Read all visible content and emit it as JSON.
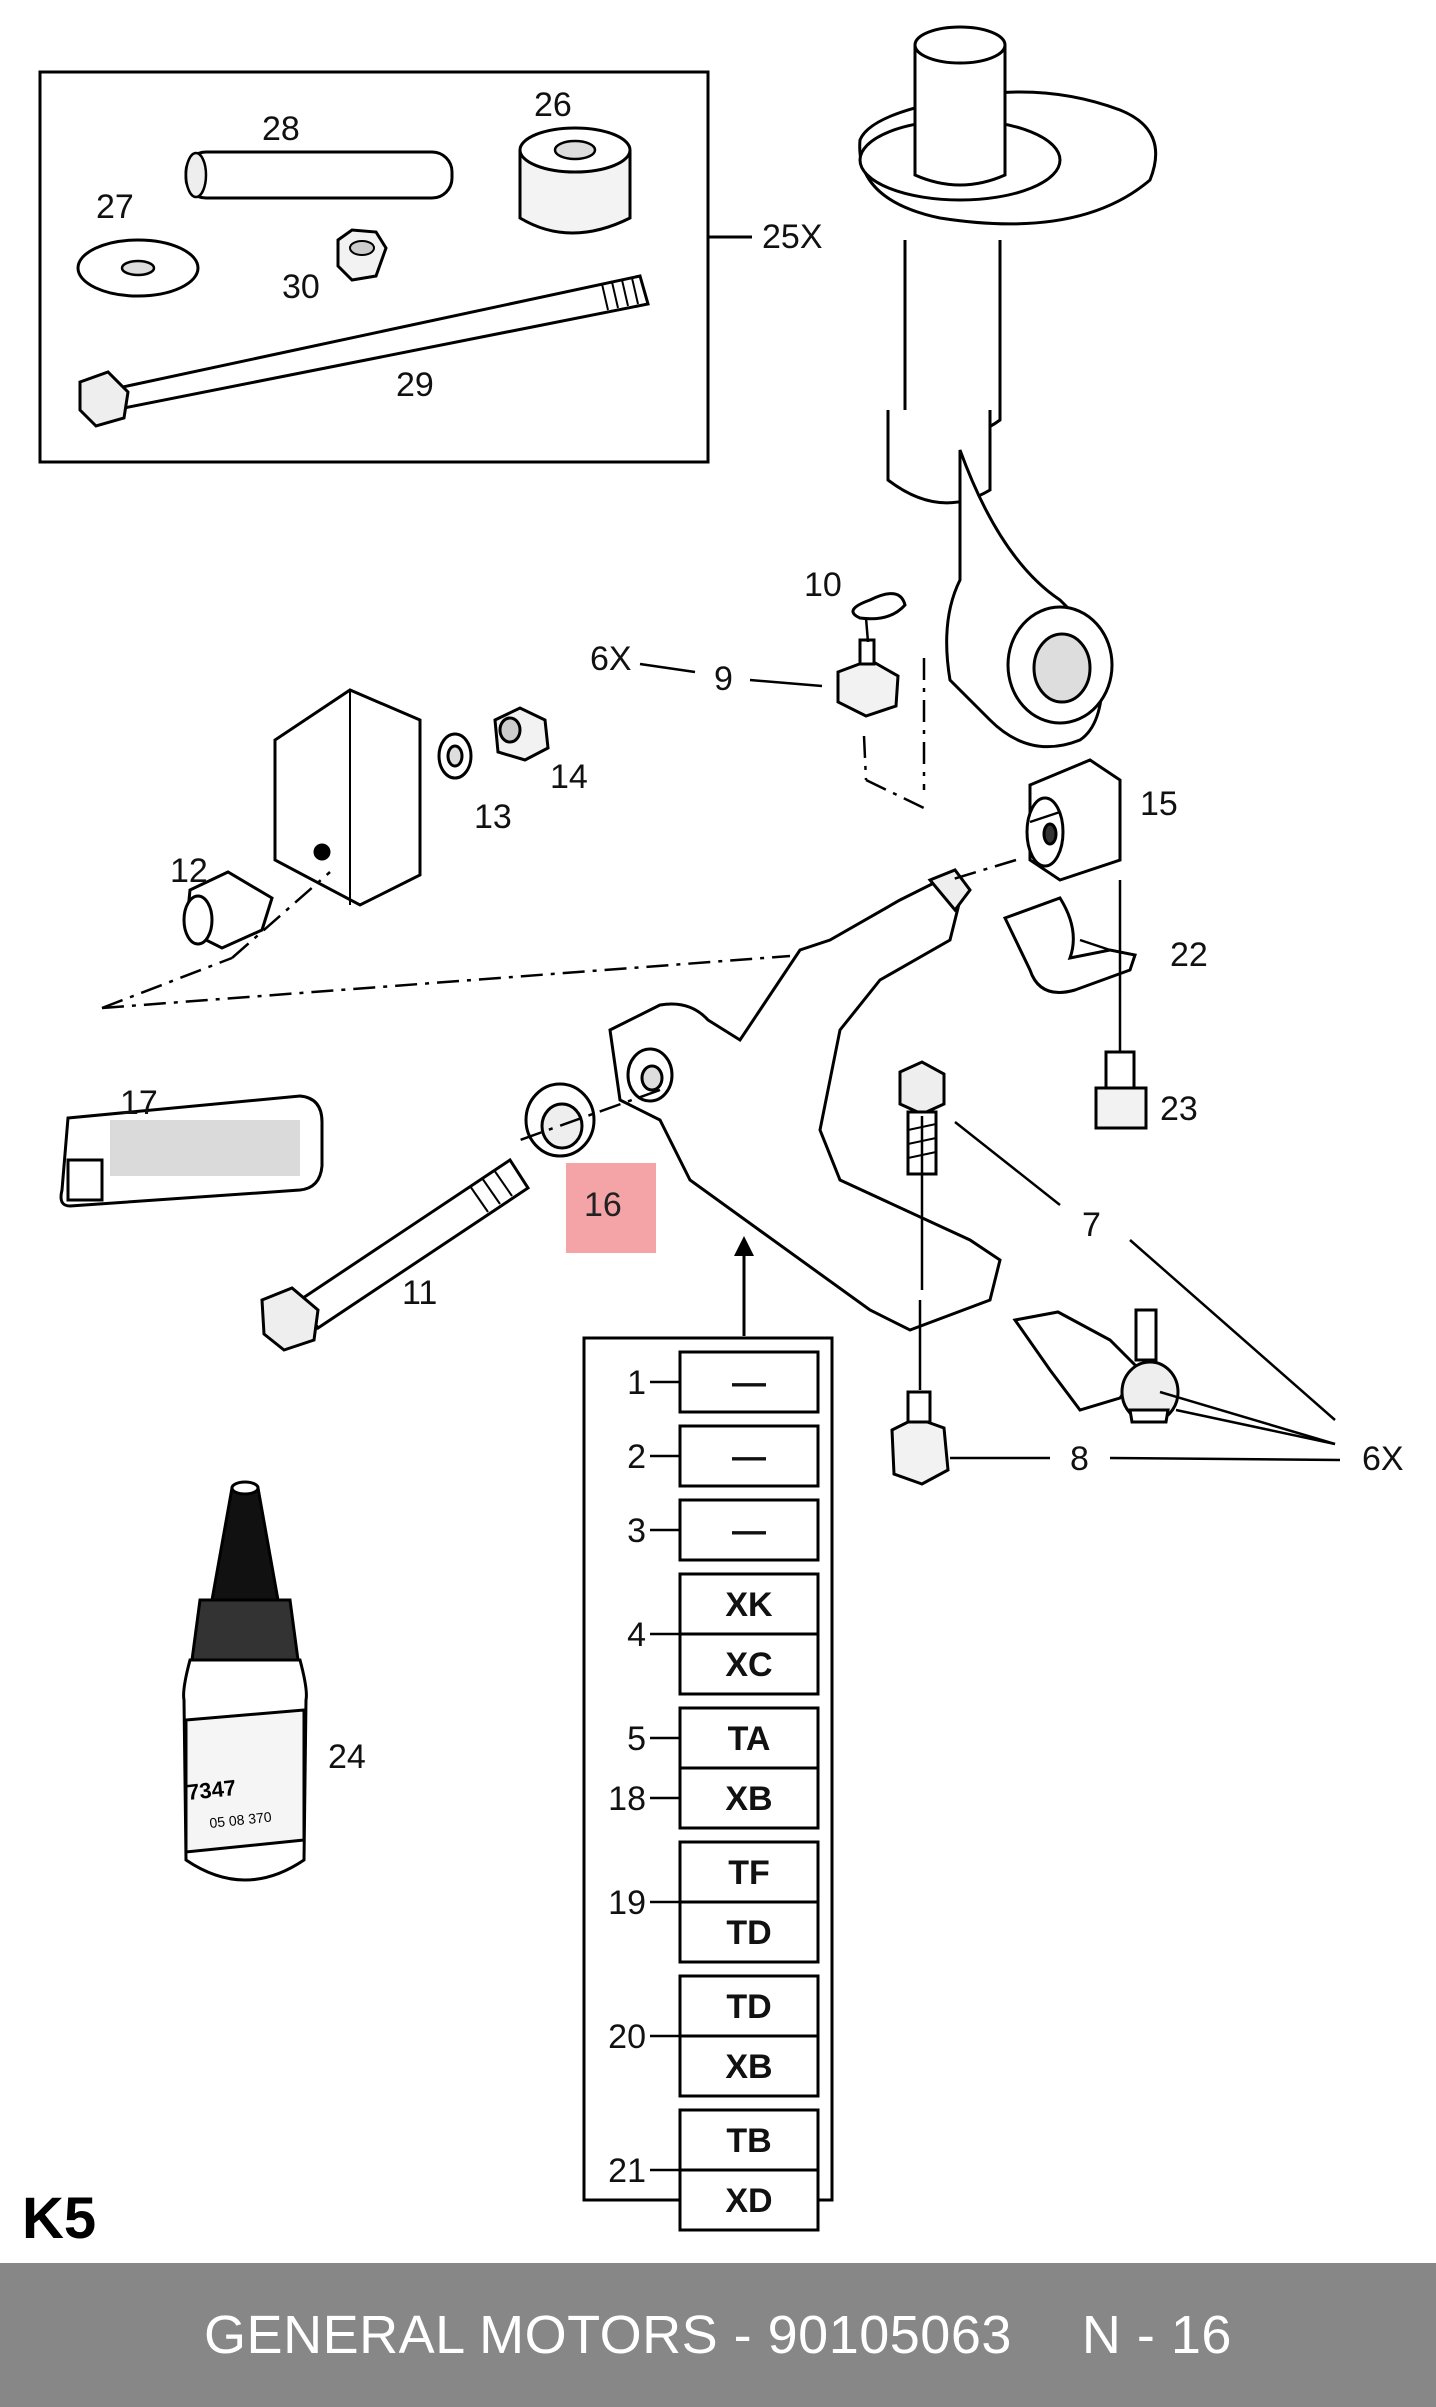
{
  "kit_box": {
    "group_label": "25X",
    "parts": [
      "28",
      "26",
      "27",
      "30",
      "29"
    ]
  },
  "callouts": {
    "p6x_upper": "6X",
    "p6x_lower": "6X",
    "p7": "7",
    "p8": "8",
    "p9": "9",
    "p10": "10",
    "p11": "11",
    "p12": "12",
    "p13": "13",
    "p14": "14",
    "p15": "15",
    "p17": "17",
    "p22": "22",
    "p23": "23",
    "p24": "24"
  },
  "highlight": {
    "label": "16",
    "color": "#f4a3a6"
  },
  "variant_table": {
    "rows": [
      {
        "item": "1",
        "codes": [
          "—"
        ]
      },
      {
        "item": "2",
        "codes": [
          "—"
        ]
      },
      {
        "item": "3",
        "codes": [
          "—"
        ]
      },
      {
        "item": "4",
        "codes": [
          "XK",
          "XC"
        ]
      },
      {
        "item": "5",
        "codes": [
          "TA"
        ]
      },
      {
        "item": "18",
        "codes": [
          "XB"
        ]
      },
      {
        "item": "19",
        "codes": [
          "TF",
          "TD"
        ]
      },
      {
        "item": "20",
        "codes": [
          "TD",
          "XB"
        ]
      },
      {
        "item": "21",
        "codes": [
          "TB",
          "XD"
        ]
      }
    ]
  },
  "bottle_label": {
    "line1": "7347",
    "line2": "05 08 370"
  },
  "page_code": "K5",
  "footer": {
    "left": "GENERAL MOTORS - 90105063",
    "right": "N - 16",
    "background": "#878787"
  }
}
